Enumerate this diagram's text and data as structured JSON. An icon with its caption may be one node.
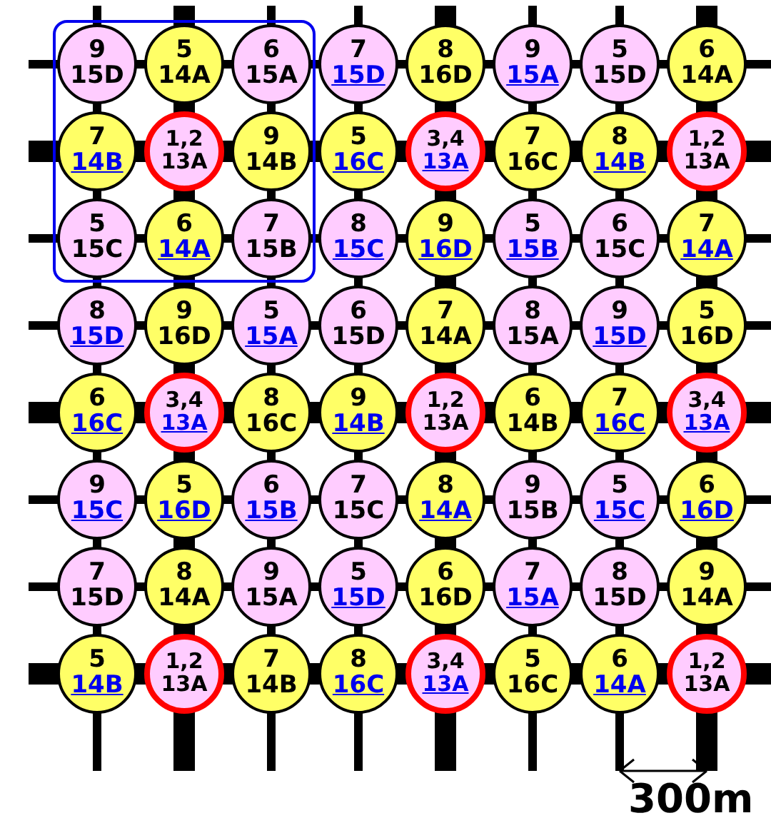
{
  "diagram": {
    "nodes": [
      {
        "text": [],
        "shape": "box"
      },
      {
        "text": [
          "9",
          "15D"
        ],
        "in": 0
      },
      {
        "text": [
          "5",
          "14A"
        ],
        "in": 0
      },
      {
        "text": [
          "6",
          "15A"
        ],
        "in": 0
      },
      {
        "text": [
          "7",
          "15D"
        ]
      },
      {
        "text": [
          "8",
          "16D"
        ]
      },
      {
        "text": [
          "9",
          "15A"
        ]
      },
      {
        "text": [
          "5",
          "15D"
        ]
      },
      {
        "text": [
          "6",
          "14A"
        ]
      },
      {
        "text": [
          "7",
          "14B"
        ],
        "in": 0
      },
      {
        "text": [
          "1,2",
          "13A"
        ],
        "in": 0
      },
      {
        "text": [
          "9",
          "14B"
        ],
        "in": 0
      },
      {
        "text": [
          "5",
          "16C"
        ]
      },
      {
        "text": [
          "3,4",
          "13A"
        ]
      },
      {
        "text": [
          "7",
          "16C"
        ]
      },
      {
        "text": [
          "8",
          "14B"
        ]
      },
      {
        "text": [
          "1,2",
          "13A"
        ]
      },
      {
        "text": [
          "5",
          "15C"
        ],
        "in": 0
      },
      {
        "text": [
          "6",
          "14A"
        ],
        "in": 0
      },
      {
        "text": [
          "7",
          "15B"
        ],
        "in": 0
      },
      {
        "text": [
          "8",
          "15C"
        ]
      },
      {
        "text": [
          "9",
          "16D"
        ]
      },
      {
        "text": [
          "5",
          "15B"
        ]
      },
      {
        "text": [
          "6",
          "15C"
        ]
      },
      {
        "text": [
          "7",
          "14A"
        ]
      },
      {
        "text": [
          "8",
          "15D"
        ]
      },
      {
        "text": [
          "9",
          "16D"
        ]
      },
      {
        "text": [
          "5",
          "15A"
        ]
      },
      {
        "text": [
          "6",
          "15D"
        ]
      },
      {
        "text": [
          "7",
          "14A"
        ]
      },
      {
        "text": [
          "8",
          "15A"
        ]
      },
      {
        "text": [
          "9",
          "15D"
        ]
      },
      {
        "text": [
          "5",
          "16D"
        ]
      },
      {
        "text": [
          "6",
          "16C"
        ]
      },
      {
        "text": [
          "3,4",
          "13A"
        ]
      },
      {
        "text": [
          "8",
          "16C"
        ]
      },
      {
        "text": [
          "9",
          "14B"
        ]
      },
      {
        "text": [
          "1,2",
          "13A"
        ]
      },
      {
        "text": [
          "6",
          "14B"
        ]
      },
      {
        "text": [
          "7",
          "16C"
        ]
      },
      {
        "text": [
          "3,4",
          "13A"
        ]
      },
      {
        "text": [
          "9",
          "15C"
        ]
      },
      {
        "text": [
          "5",
          "16D"
        ]
      },
      {
        "text": [
          "6",
          "15B"
        ]
      },
      {
        "text": [
          "7",
          "15C"
        ]
      },
      {
        "text": [
          "8",
          "14A"
        ]
      },
      {
        "text": [
          "9",
          "15B"
        ]
      },
      {
        "text": [
          "5",
          "15C"
        ]
      },
      {
        "text": [
          "6",
          "16D"
        ]
      },
      {
        "text": [
          "7",
          "15D"
        ]
      },
      {
        "text": [
          "8",
          "14A"
        ]
      },
      {
        "text": [
          "9",
          "15A"
        ]
      },
      {
        "text": [
          "5",
          "15D"
        ]
      },
      {
        "text": [
          "6",
          "16D"
        ]
      },
      {
        "text": [
          "7",
          "15A"
        ]
      },
      {
        "text": [
          "8",
          "15D"
        ]
      },
      {
        "text": [
          "9",
          "14A"
        ]
      },
      {
        "text": [
          "5",
          "14B"
        ]
      },
      {
        "text": [
          "1,2",
          "13A"
        ]
      },
      {
        "text": [
          "7",
          "14B"
        ]
      },
      {
        "text": [
          "8",
          "16C"
        ]
      },
      {
        "text": [
          "3,4",
          "13A"
        ]
      },
      {
        "text": [
          "5",
          "16C"
        ]
      },
      {
        "text": [
          "6",
          "14A"
        ]
      },
      {
        "text": [
          "1,2",
          "13A"
        ]
      }
    ],
    "edges": [],
    "labels": [
      "300m"
    ]
  }
}
